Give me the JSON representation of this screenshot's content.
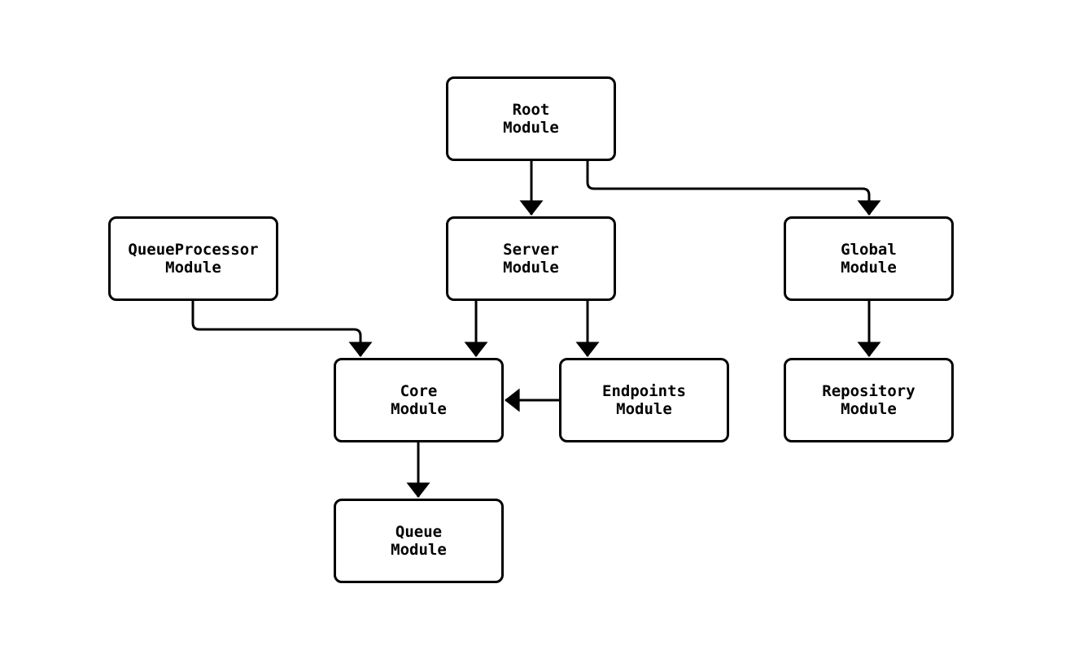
{
  "diagram": {
    "type": "flowchart",
    "background_color": "#ffffff",
    "node_fill_color": "#ffffff",
    "stroke_color": "#000000",
    "text_color": "#000000",
    "nodes": {
      "root": {
        "line1": "Root",
        "line2": "Module"
      },
      "queueprocessor": {
        "line1": "QueueProcessor",
        "line2": "Module"
      },
      "server": {
        "line1": "Server",
        "line2": "Module"
      },
      "global": {
        "line1": "Global",
        "line2": "Module"
      },
      "core": {
        "line1": "Core",
        "line2": "Module"
      },
      "endpoints": {
        "line1": "Endpoints",
        "line2": "Module"
      },
      "repository": {
        "line1": "Repository",
        "line2": "Module"
      },
      "queue": {
        "line1": "Queue",
        "line2": "Module"
      }
    },
    "edges": [
      {
        "from": "Root Module",
        "to": "Server Module"
      },
      {
        "from": "Root Module",
        "to": "Global Module"
      },
      {
        "from": "QueueProcessor Module",
        "to": "Core Module"
      },
      {
        "from": "Server Module",
        "to": "Core Module"
      },
      {
        "from": "Server Module",
        "to": "Endpoints Module"
      },
      {
        "from": "Endpoints Module",
        "to": "Core Module"
      },
      {
        "from": "Global Module",
        "to": "Repository Module"
      },
      {
        "from": "Core Module",
        "to": "Queue Module"
      }
    ]
  }
}
